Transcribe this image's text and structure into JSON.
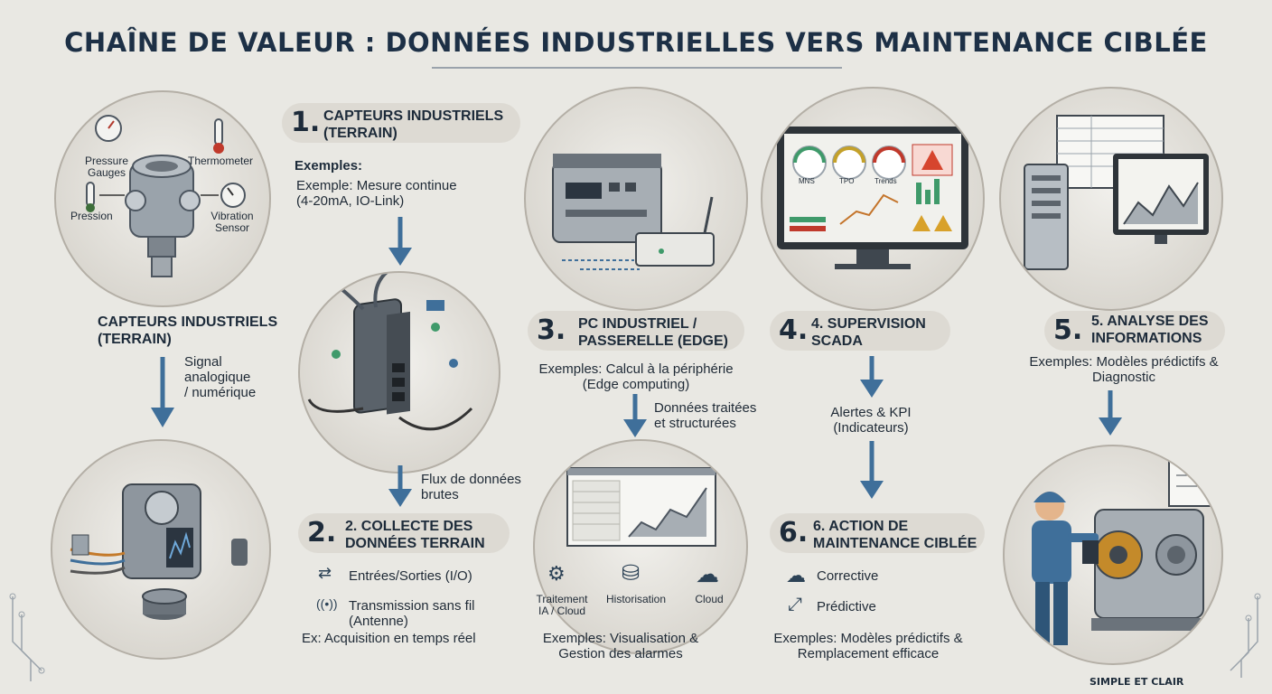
{
  "title": "CHAÎNE DE VALEUR : DONNÉES INDUSTRIELLES VERS MAINTENANCE CIBLÉE",
  "footer": "SIMPLE ET CLAIR",
  "sensors": {
    "labels": {
      "pressure_gauges": "Pressure\nGauges",
      "thermometer": "Thermometer",
      "pression": "Pression",
      "vibration": "Vibration\nSensor"
    },
    "heading": "CAPTEURS INDUSTRIELS\n(TERRAIN)",
    "arrow_label": "Signal\nanalogique\n/ numérique"
  },
  "step1": {
    "number": "1.",
    "heading": "CAPTEURS INDUSTRIELS\n(TERRAIN)",
    "examples_title": "Exemples:",
    "examples_text": "Exemple: Mesure continue\n(4-20mA, IO-Link)",
    "arrow_label": "Flux de données\nbrutes"
  },
  "step2": {
    "number": "2.",
    "heading": "2. COLLECTE DES\nDONNÉES TERRAIN",
    "items": [
      {
        "icon": "⇄",
        "text": "Entrées/Sorties (I/O)"
      },
      {
        "icon": "((•))",
        "text": "Transmission sans fil\n(Antenne)"
      }
    ],
    "example": "Ex: Acquisition en temps réel"
  },
  "step3": {
    "number": "3.",
    "heading": "PC INDUSTRIEL /\nPASSERELLE (EDGE)",
    "examples_text": "Exemples: Calcul à la périphérie\n(Edge computing)",
    "arrow_label": "Données traitées\net structurées",
    "services": [
      {
        "icon": "⚙",
        "text": "Traitement\nIA / Cloud"
      },
      {
        "icon": "⛁",
        "text": "Historisation"
      },
      {
        "icon": "☁",
        "text": "Cloud"
      }
    ],
    "bottom_text": "Exemples: Visualisation &\nGestion des alarmes"
  },
  "step4": {
    "number": "4.",
    "heading": "4. SUPERVISION\nSCADA",
    "arrow_label": "Alertes & KPI\n(Indicateurs)",
    "gauges": [
      "MNS",
      "TPO",
      "Trends"
    ]
  },
  "step5": {
    "number": "5.",
    "heading": "5. ANALYSE DES\nINFORMATIONS",
    "examples_text": "Exemples: Modèles prédictifs &\nDiagnostic"
  },
  "step6": {
    "number": "6.",
    "heading": "6. ACTION DE\nMAINTENANCE CIBLÉE",
    "items": [
      {
        "icon": "☁",
        "text": "Corrective"
      },
      {
        "icon": "⤢",
        "text": "Prédictive"
      }
    ],
    "examples_text": "Exemples: Modèles prédictifs &\nRemplacement efficace"
  },
  "colors": {
    "accent": "#3f6f9a",
    "pill": "#dddad3",
    "dark": "#1d2b3a"
  }
}
